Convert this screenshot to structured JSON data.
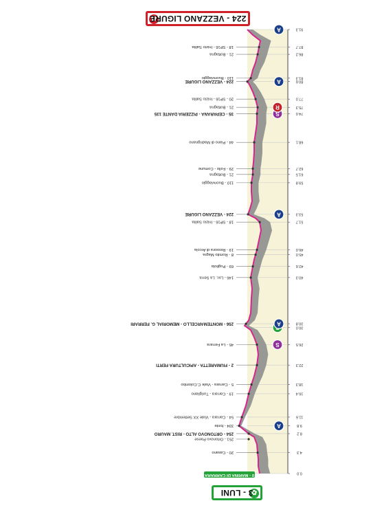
{
  "title": "224 - VEZZANO LIGURE",
  "start": {
    "label": "3 - LUNI",
    "badge": "0 - MARINA DI CARRARA"
  },
  "colors": {
    "route": "#d6268e",
    "panel": "#f6f3d8",
    "terrain": "#8e8e8e",
    "start_accent": "#23a33a",
    "end_accent": "#d0202a",
    "timecheck": "#1c3f8a",
    "sprint_green": "#23a33a",
    "sprint_purple": "#8e2f9c",
    "sprint_red": "#c0232a"
  },
  "chart_data": {
    "type": "line",
    "orientation": "rotated-180",
    "x": [
      0.0,
      4.3,
      8.2,
      9.8,
      11.6,
      16.4,
      18.3,
      22.3,
      26.5,
      30.0,
      30.8,
      40.3,
      42.6,
      45.0,
      46.0,
      51.7,
      53.3,
      59.8,
      61.5,
      62.7,
      68.1,
      74.0,
      75.3,
      77.0,
      80.6,
      81.3,
      86.2,
      87.7,
      91.3
    ],
    "distance_ticks": [
      "0.0",
      "4.3",
      "8.2",
      "9.8",
      "11.6",
      "16.4",
      "18.3",
      "22.3",
      "26.5",
      "30.0",
      "30.8",
      "40.3",
      "42.6",
      "45.0",
      "46.0",
      "51.7",
      "53.3",
      "59.8",
      "61.5",
      "62.7",
      "68.1",
      "74.0",
      "75.3",
      "77.0",
      "80.6",
      "81.3",
      "86.2",
      "87.7",
      "91.3"
    ],
    "waypoints": [
      {
        "km": 0.0,
        "label": "3 - LUNI"
      },
      {
        "km": 4.3,
        "label": "20 - Casano"
      },
      {
        "km": 8.2,
        "label": "254 - ORTONOVO ALTO - RIST. MAURO"
      },
      {
        "km": 8.2,
        "label": "251 - Ortonovo Paese"
      },
      {
        "km": 9.8,
        "label": "334 - fonte"
      },
      {
        "km": 11.6,
        "label": "54 - Carrara - Viale XX Settembre"
      },
      {
        "km": 16.4,
        "label": "19 - Carrara - Turigliano"
      },
      {
        "km": 18.3,
        "label": "5 - Carrara - Viale C.Colombo"
      },
      {
        "km": 22.3,
        "label": "2 - FIUMARETTA - APICULTURA FERTI"
      },
      {
        "km": 26.5,
        "label": "45 - La Ferrara"
      },
      {
        "km": 30.8,
        "label": "256 - MONTEMARCELLO - MEMORIAL G. FERRARI"
      },
      {
        "km": 40.3,
        "label": "146 - Loc. La Serra"
      },
      {
        "km": 42.6,
        "label": "69 - Pugliola"
      },
      {
        "km": 45.0,
        "label": "8 - Romito Magra"
      },
      {
        "km": 46.0,
        "label": "19 - Ressora di Arcola"
      },
      {
        "km": 51.7,
        "label": "18 - SP16 - Inizio Salita"
      },
      {
        "km": 53.3,
        "label": "224 - VEZZANO LIGURE"
      },
      {
        "km": 59.8,
        "label": "110 - Buonviaggio"
      },
      {
        "km": 61.5,
        "label": "21 - Bottagna"
      },
      {
        "km": 62.7,
        "label": "29 - Follo - Comune"
      },
      {
        "km": 68.1,
        "label": "44 - Piano di Madrignano"
      },
      {
        "km": 74.0,
        "label": "35 - CEPARANA - PIZZERIA DANTE 135"
      },
      {
        "km": 75.3,
        "label": "21 - Bottagna"
      },
      {
        "km": 77.0,
        "label": "20 - SP16 - Inizio Salita"
      },
      {
        "km": 80.6,
        "label": "224 - VEZZANO LIGURE"
      },
      {
        "km": 81.3,
        "label": "110 - Buonviaggio"
      },
      {
        "km": 86.2,
        "label": "21 - Bottagna"
      },
      {
        "km": 87.7,
        "label": "18 - SP16 - Inizio Salita"
      },
      {
        "km": 91.3,
        "label": "224 - VEZZANO LIGURE"
      }
    ],
    "checkpoints": [
      {
        "km": 9.8,
        "type": "timecheck",
        "symbol": "A"
      },
      {
        "km": 26.5,
        "type": "sprint_purple",
        "symbol": "S"
      },
      {
        "km": 30.0,
        "type": "sprint_green",
        "symbol": "G"
      },
      {
        "km": 30.8,
        "type": "timecheck",
        "symbol": "A"
      },
      {
        "km": 53.3,
        "type": "timecheck",
        "symbol": "A"
      },
      {
        "km": 74.0,
        "type": "sprint_purple",
        "symbol": "S"
      },
      {
        "km": 75.3,
        "type": "sprint_red",
        "symbol": "R"
      },
      {
        "km": 80.6,
        "type": "timecheck",
        "symbol": "A"
      },
      {
        "km": 91.3,
        "type": "timecheck",
        "symbol": "A"
      }
    ],
    "title": "224 - VEZZANO LIGURE",
    "xlabel": "",
    "ylabel": ""
  }
}
